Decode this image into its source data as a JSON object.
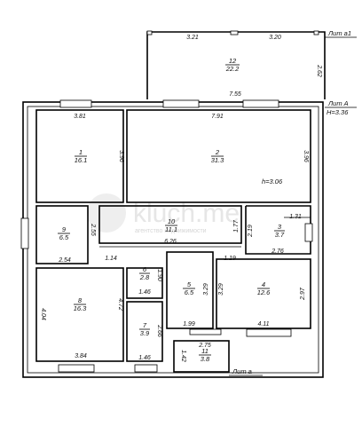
{
  "markers": {
    "lit_1": "Лит а1",
    "lit_A": "Лит А",
    "height_A": "H=3.36",
    "lit_a": "Лит а"
  },
  "watermark": {
    "brand": "kluch.me",
    "tagline": "агентство недвижимости"
  },
  "rooms": [
    {
      "id": "12",
      "area": "22.2"
    },
    {
      "id": "1",
      "area": "16.1"
    },
    {
      "id": "2",
      "area": "31.3"
    },
    {
      "id": "9",
      "area": "6.5"
    },
    {
      "id": "10",
      "area": "11.1"
    },
    {
      "id": "3",
      "area": "3.7"
    },
    {
      "id": "6",
      "area": "2.8"
    },
    {
      "id": "5",
      "area": "6.5"
    },
    {
      "id": "4",
      "area": "12.6"
    },
    {
      "id": "8",
      "area": "16.3"
    },
    {
      "id": "7",
      "area": "3.9"
    },
    {
      "id": "11",
      "area": "3.8"
    }
  ],
  "room2_height": "h=3.06",
  "dims": {
    "d321": "3.21",
    "d320": "3.20",
    "d262": "2.62",
    "d755": "7.55",
    "d381": "3.81",
    "d791": "7.91",
    "d396a": "3.96",
    "d396b": "3.96",
    "d131": "1.31",
    "d219": "2.19",
    "d276": "2.76",
    "d255": "2.55",
    "d177": "1.77",
    "d626": "6.26",
    "d254": "2.54",
    "d114": "1.14",
    "d119": "1.19",
    "d190": "1.90",
    "d146a": "1.46",
    "d329a": "3.29",
    "d329b": "3.29",
    "d297": "2.97",
    "d404": "4.04",
    "d472": "4.72",
    "d266": "2.66",
    "d199": "1.99",
    "d411": "4.11",
    "d384": "3.84",
    "d146b": "1.46",
    "d275": "2.75",
    "d142": "1.42"
  }
}
